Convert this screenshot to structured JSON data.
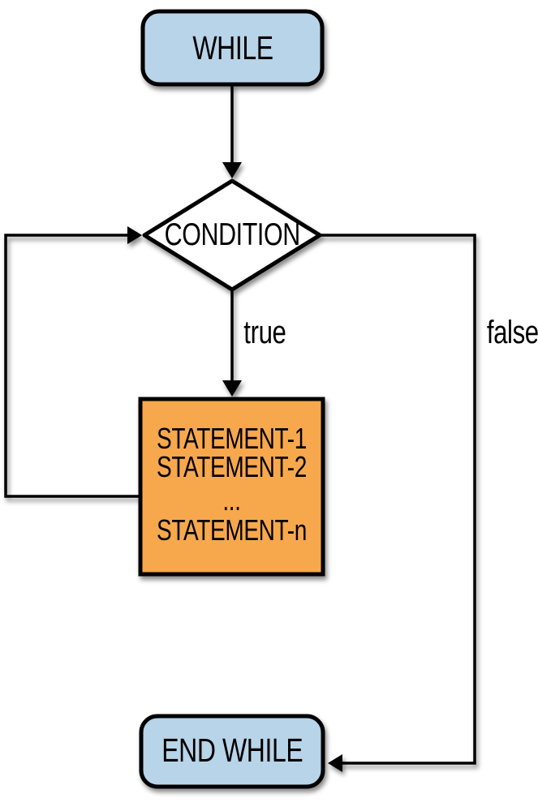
{
  "flowchart": {
    "kind": "while-loop",
    "background": "#ffffff",
    "stroke_color": "#000000",
    "nodes": {
      "while": {
        "label": "WHILE",
        "shape": "rounded-rect",
        "fill": "#b8d4e8"
      },
      "condition": {
        "label": "CONDITION",
        "shape": "diamond",
        "fill": "#ffffff"
      },
      "body": {
        "shape": "rect",
        "fill": "#f7a84e",
        "lines": [
          "STATEMENT-1",
          "STATEMENT-2",
          "...",
          "STATEMENT-n"
        ]
      },
      "endwhile": {
        "label": "END WHILE",
        "shape": "rounded-rect",
        "fill": "#b8d4e8"
      }
    },
    "edges": {
      "true": {
        "label": "true"
      },
      "false": {
        "label": "false"
      }
    }
  }
}
